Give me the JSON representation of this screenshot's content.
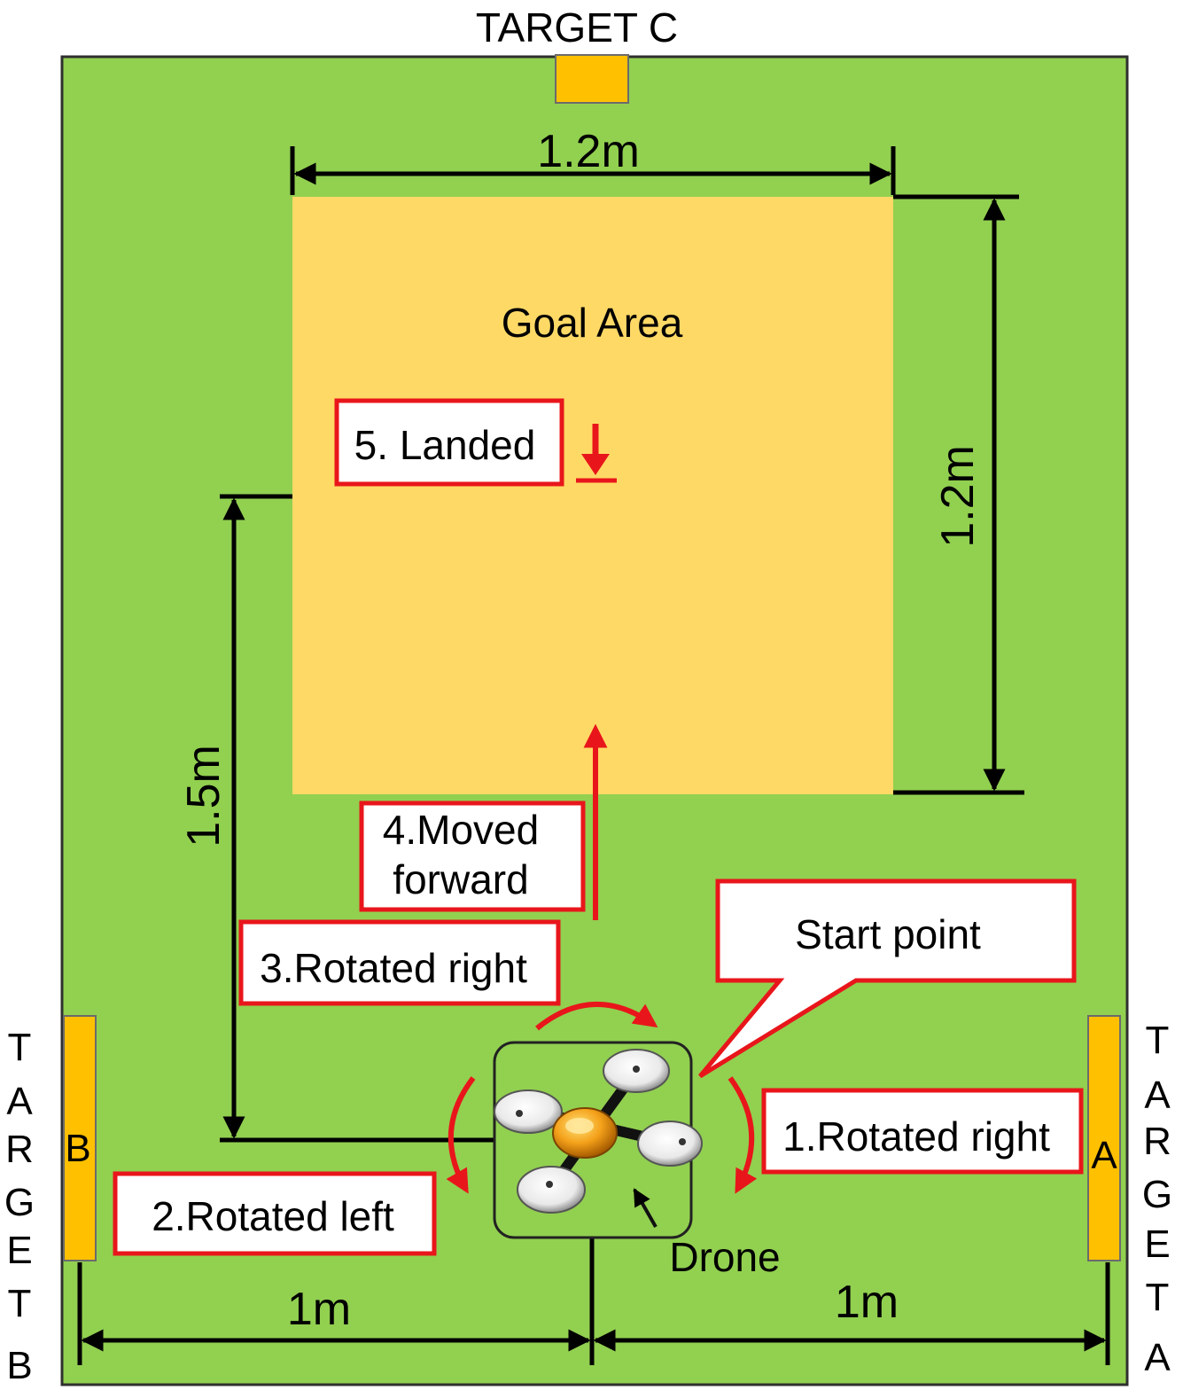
{
  "targets": {
    "c_label": "TARGET C",
    "b_marker": "B",
    "a_marker": "A",
    "b_vertical": [
      "T",
      "A",
      "R",
      "G",
      "E",
      "T",
      "B"
    ],
    "a_vertical": [
      "T",
      "A",
      "R",
      "G",
      "E",
      "T",
      "A"
    ]
  },
  "goal": {
    "label": "Goal Area"
  },
  "dimensions": {
    "goal_width": "1.2m",
    "goal_height": "1.2m",
    "start_to_goal": "1.5m",
    "left_span": "1m",
    "right_span": "1m"
  },
  "steps": {
    "s1": "1.Rotated right",
    "s2": "2.Rotated left",
    "s3": "3.Rotated right",
    "s4_line1": "4.Moved",
    "s4_line2": "forward",
    "s5": "5. Landed"
  },
  "callouts": {
    "start": "Start point",
    "drone": "Drone"
  },
  "colors": {
    "field": "#92d050",
    "goal": "#ffd966",
    "target": "#ffc000",
    "accent": "#e8161b",
    "dimension": "#000000"
  }
}
